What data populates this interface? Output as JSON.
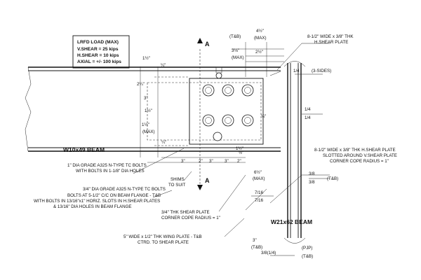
{
  "load_table": {
    "title": "LRFD LOAD (MAX)",
    "v_shear": "V.SHEAR = 25 kips",
    "h_shear": "H.SHEAR = 10 kips",
    "axial": "AXIAL = +/- 100 kips"
  },
  "members": {
    "beam": "W10x49 BEAM",
    "column": "W21x62 BEAM"
  },
  "section_marks": {
    "top": "A",
    "bottom": "A"
  },
  "dims": {
    "d_4_5_top": "4½\"",
    "max_top": "(MAX)",
    "tb_top": "(T&B)",
    "d_3_125": "3⅛\"",
    "max_3": "(MAX)",
    "d_2_5": "2½\"",
    "d_1_5a": "1½\"",
    "d_1_4a": "¼\"",
    "d_2_25": "2¼\"",
    "d_3_a": "3\"",
    "d_1_5b": "1½\"",
    "max_side": "(MAX)",
    "d_1_4b": "¼\"",
    "d_1_5c": "1½\"",
    "d_1_5d": "1½\"",
    "d_1_4c": "¼\"",
    "d_1_2": "½\"",
    "bot_3a": "3\"",
    "bot_2a": "2\"",
    "bot_3b": "3\"",
    "bot_3c": "3\"",
    "bot_2b": "2\"",
    "d_6_5": "6½\"",
    "max_bot": "(MAX)",
    "d_3_bot": "3\"",
    "tb_bot": "(T&B)"
  },
  "welds": {
    "w_1_4_3sides": "1/4",
    "three_sides": "(3-SIDES)",
    "w_1_4a": "1/4",
    "w_1_4b": "1/4",
    "w_3_8a": "3/8",
    "w_3_8b": "3/8",
    "tb_weld": "(T&B)",
    "w_7_16a": "7/16",
    "w_7_16b": "7/16",
    "pjp_size": "3/8(1/4)",
    "pjp": "(PJP)",
    "pjp_tb": "(T&B)"
  },
  "notes": {
    "hshear_plate": [
      "8-1/2\" WIDE x 3/8\" THK",
      "H.SHEAR PLATE"
    ],
    "vshear_plate": [
      "8-1/2\" WIDE x 3/8\" THK H.SHEAR PLATE",
      "SLOTTED AROUND V.SHEAR PLATE",
      "CORNER COPE RADIUS = 1\""
    ],
    "tc_bolts": [
      "1\" DIA GRADE A325 N-TYPE TC BOLTS",
      "WITH BOLTS IN 1-1/8\" DIA HOLES"
    ],
    "shims": [
      "SHIMS",
      "TO SUIT"
    ],
    "flange_bolts": [
      "3/4\" DIA GRADE A325 N-TYPE TC BOLTS",
      "BOLTS AT 5-1/2\" C/C ON BEAM FLANGE - T&B",
      "WITH BOLTS IN 13/16\"x1\" HORIZ. SLOTS IN H.SHEAR PLATES",
      "& 13/16\" DIA HOLES IN BEAM FLANGE"
    ],
    "thk_plate": [
      "3/4\" THK SHEAR PLATE",
      "CORNER COPE RADIUS = 1\""
    ],
    "wing_plate": [
      "5\" WIDE x 1/2\" THK WING PLATE - T&B",
      "CTRD. TO SHEAR PLATE"
    ]
  }
}
